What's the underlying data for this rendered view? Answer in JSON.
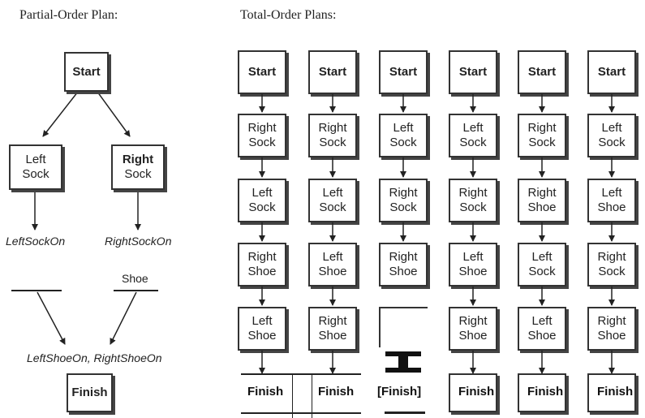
{
  "headings": {
    "partial": "Partial-Order Plan:",
    "total": "Total-Order Plans:"
  },
  "partial_order": {
    "start": "Start",
    "left_sock": [
      "Left",
      "Sock"
    ],
    "right_sock": [
      "Right",
      "Sock"
    ],
    "left_sock_effect": "LeftSockOn",
    "right_sock_effect": "RightSockOn",
    "shoe_label": "Shoe",
    "shoe_effects": "LeftShoeOn, RightShoeOn",
    "finish": "Finish"
  },
  "total_order": {
    "columns": [
      {
        "steps": [
          [
            "Start"
          ],
          [
            "Right",
            "Sock"
          ],
          [
            "Left",
            "Sock"
          ],
          [
            "Right",
            "Shoe"
          ],
          [
            "Left",
            "Shoe"
          ]
        ],
        "finish": "Finish"
      },
      {
        "steps": [
          [
            "Start"
          ],
          [
            "Right",
            "Sock"
          ],
          [
            "Left",
            "Sock"
          ],
          [
            "Left",
            "Shoe"
          ],
          [
            "Right",
            "Shoe"
          ]
        ],
        "finish": "Finish"
      },
      {
        "steps": [
          [
            "Start"
          ],
          [
            "Left",
            "Sock"
          ],
          [
            "Right",
            "Sock"
          ],
          [
            "Right",
            "Shoe"
          ]
        ],
        "finish": "[Finish]"
      },
      {
        "steps": [
          [
            "Start"
          ],
          [
            "Left",
            "Sock"
          ],
          [
            "Right",
            "Sock"
          ],
          [
            "Left",
            "Shoe"
          ],
          [
            "Right",
            "Shoe"
          ]
        ],
        "finish": "Finish"
      },
      {
        "steps": [
          [
            "Start"
          ],
          [
            "Right",
            "Sock"
          ],
          [
            "Right",
            "Shoe"
          ],
          [
            "Left",
            "Sock"
          ],
          [
            "Left",
            "Shoe"
          ]
        ],
        "finish": "Finish"
      },
      {
        "steps": [
          [
            "Start"
          ],
          [
            "Left",
            "Sock"
          ],
          [
            "Left",
            "Shoe"
          ],
          [
            "Right",
            "Sock"
          ],
          [
            "Right",
            "Shoe"
          ]
        ],
        "finish": "Finish"
      }
    ]
  }
}
